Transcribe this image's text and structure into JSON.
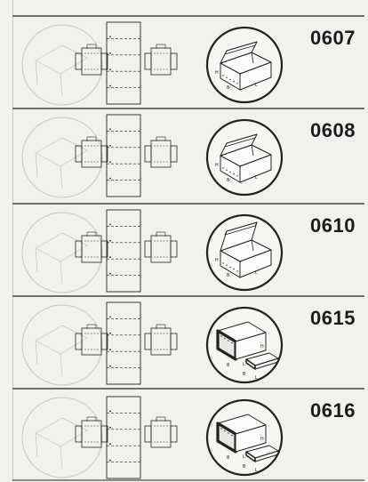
{
  "styles": [
    {
      "code": "0607",
      "variant": "fold-lid-tray"
    },
    {
      "code": "0608",
      "variant": "fold-lid-tray"
    },
    {
      "code": "0610",
      "variant": "fold-lid-tray"
    },
    {
      "code": "0615",
      "variant": "sleeve-with-tray"
    },
    {
      "code": "0616",
      "variant": "sleeve-with-tray"
    }
  ],
  "diagram_letters": {
    "height": "H",
    "width": "B",
    "length": "L"
  },
  "colors": {
    "ink": "#222222",
    "paper": "#f2f1ee",
    "ghost": "#c9c6bf"
  }
}
